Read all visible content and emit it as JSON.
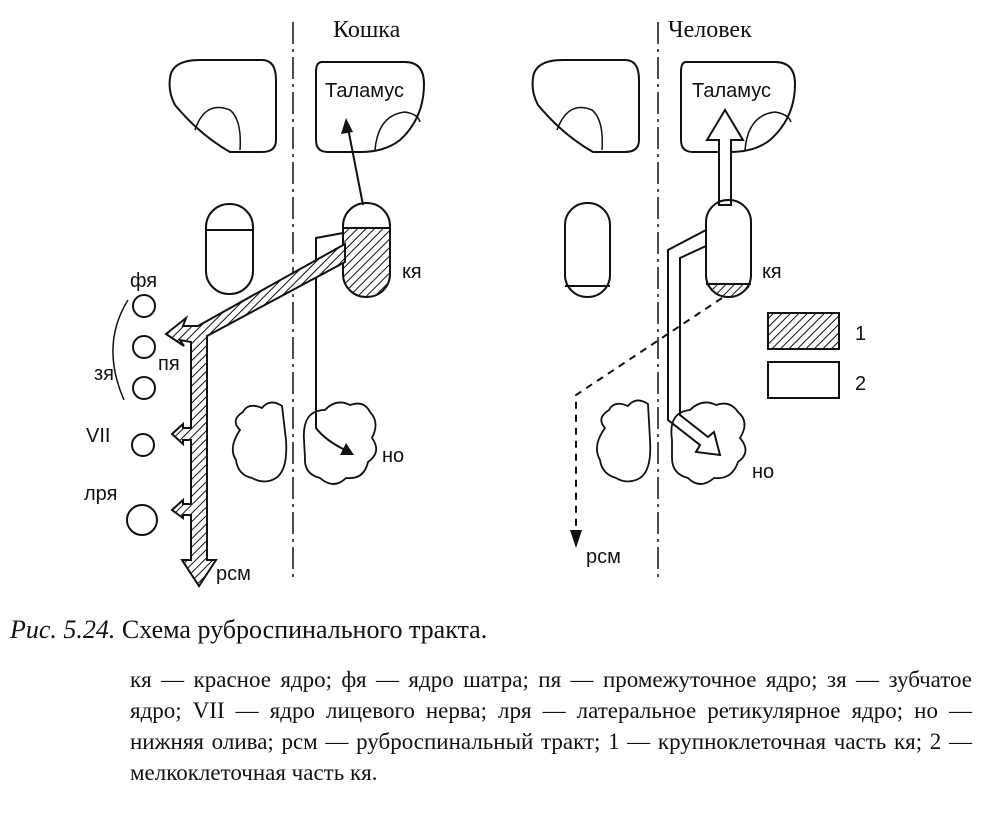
{
  "panels": {
    "cat": {
      "title": "Кошка",
      "thalamus": "Таламус",
      "ky": "кя",
      "fya": "фя",
      "pya": "пя",
      "zya": "зя",
      "vii": "VII",
      "lrya": "лря",
      "no": "но",
      "rsm": "рсм"
    },
    "human": {
      "title": "Человек",
      "thalamus": "Таламус",
      "ky": "кя",
      "no": "но",
      "rsm": "рсм"
    }
  },
  "legend": {
    "item1": "1",
    "item2": "2"
  },
  "caption": {
    "number": "Рис. 5.24.",
    "title": "Схема руброспинального тракта.",
    "text": "кя — красное ядро; фя — ядро шатра; пя — промежуточное ядро; зя — зубчатое ядро; VII — ядро лицевого нерва; лря — латеральное ретикулярное ядро; но — нижняя олива; рсм — руброспинальный тракт; 1 — крупноклеточная часть кя; 2 — мелкоклеточная часть кя."
  }
}
